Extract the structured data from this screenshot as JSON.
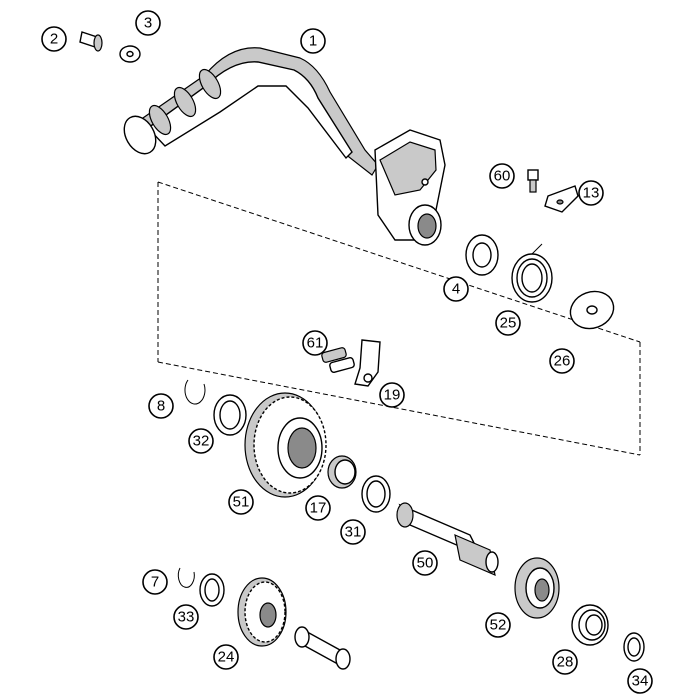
{
  "colors": {
    "line": "#000000",
    "fill": "#ffffff",
    "shade": "#c9c9c9",
    "dark": "#8a8a8a"
  },
  "callouts": [
    {
      "id": "1",
      "label": "1"
    },
    {
      "id": "2",
      "label": "2"
    },
    {
      "id": "3",
      "label": "3"
    },
    {
      "id": "60",
      "label": "60"
    },
    {
      "id": "13",
      "label": "13"
    },
    {
      "id": "4",
      "label": "4"
    },
    {
      "id": "25",
      "label": "25"
    },
    {
      "id": "26",
      "label": "26"
    },
    {
      "id": "61",
      "label": "61"
    },
    {
      "id": "19",
      "label": "19"
    },
    {
      "id": "8",
      "label": "8"
    },
    {
      "id": "32",
      "label": "32"
    },
    {
      "id": "51",
      "label": "51"
    },
    {
      "id": "17",
      "label": "17"
    },
    {
      "id": "31",
      "label": "31"
    },
    {
      "id": "50",
      "label": "50"
    },
    {
      "id": "7",
      "label": "7"
    },
    {
      "id": "33",
      "label": "33"
    },
    {
      "id": "24",
      "label": "24"
    },
    {
      "id": "52",
      "label": "52"
    },
    {
      "id": "28",
      "label": "28"
    },
    {
      "id": "34",
      "label": "34"
    }
  ]
}
